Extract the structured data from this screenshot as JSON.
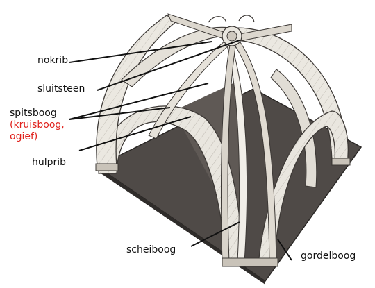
{
  "labels": {
    "nokrib": "nokrib",
    "sluitsteen": "sluitsteen",
    "spitsboog": "spitsboog",
    "alt_line1": "(kruisboog,",
    "alt_line2": "ogief)",
    "hulprib": "hulprib",
    "scheiboog": "scheiboog",
    "gordelboog": "gordelboog"
  },
  "colors": {
    "text": "#111111",
    "highlight": "#e0211c",
    "floor": "#4f4a47",
    "stone": "#ece9e2",
    "stone_shade": "#b9b3aa",
    "stone_dark": "#6f6962"
  }
}
